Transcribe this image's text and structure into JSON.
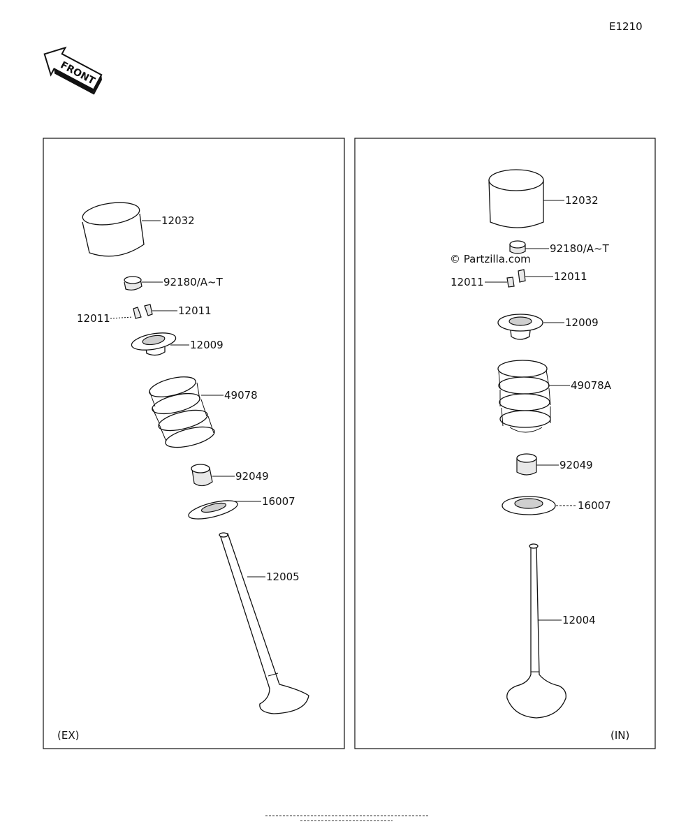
{
  "diagram_id": "E1210",
  "front_label": "FRONT",
  "watermark": "© Partzilla.com",
  "panels": {
    "exhaust": {
      "tag": "(EX)",
      "parts": {
        "lifter": "12032",
        "shim": "92180/A~T",
        "keeper_right": "12011",
        "keeper_left": "12011",
        "retainer": "12009",
        "spring": "49078",
        "stem_seal": "92049",
        "spring_seat": "16007",
        "valve": "12005"
      }
    },
    "intake": {
      "tag": "(IN)",
      "parts": {
        "lifter": "12032",
        "shim": "92180/A~T",
        "keeper_right": "12011",
        "keeper_left": "12011",
        "retainer": "12009",
        "spring": "49078A",
        "stem_seal": "92049",
        "spring_seat": "16007",
        "valve": "12004"
      }
    }
  }
}
